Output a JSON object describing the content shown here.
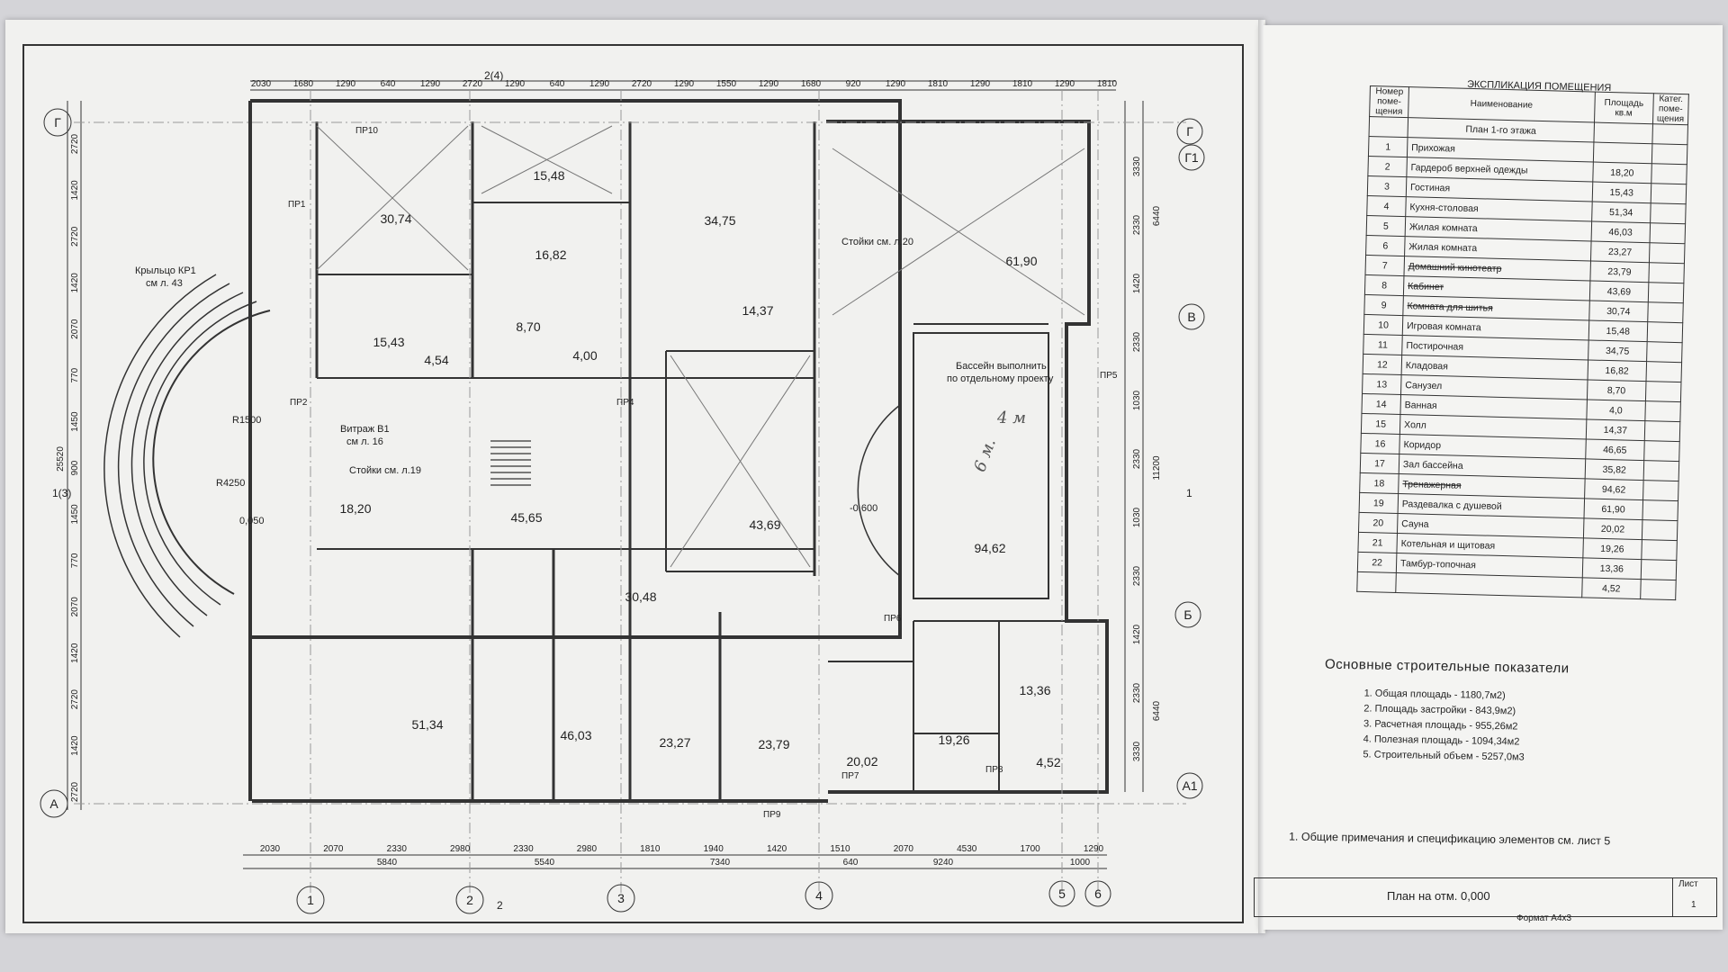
{
  "drawing": {
    "axes_letters": [
      "Г",
      "Г1",
      "В",
      "Б",
      "А1",
      "А"
    ],
    "axes_numbers": [
      "1",
      "2",
      "3",
      "4",
      "5",
      "6"
    ],
    "section_marks": [
      "2(4)",
      "1(3)",
      "1",
      "2"
    ],
    "top_dims": [
      "2030",
      "1680",
      "1290",
      "640",
      "1290",
      "2720",
      "1290",
      "640",
      "1290",
      "2720",
      "1290",
      "1550",
      "1290",
      "1680",
      "920",
      "1290",
      "1810",
      "1290",
      "1810",
      "1290",
      "1810"
    ],
    "bottom_dims": [
      "2030",
      "2070",
      "2330",
      "2980",
      "2330",
      "2980",
      "1810",
      "1940",
      "1420",
      "1510",
      "2070",
      "4530",
      "1700",
      "1290"
    ],
    "bottom_dims2": [
      "5840",
      "5540",
      "7340",
      "640",
      "9240",
      "1000"
    ],
    "left_dims": [
      "2720",
      "1420",
      "2720",
      "1420",
      "2070",
      "770",
      "1450",
      "900",
      "1450",
      "770",
      "2070",
      "1420",
      "2720",
      "1420",
      "2720"
    ],
    "left_total": "25520",
    "right_dims": [
      "3330",
      "2330",
      "1420",
      "2330",
      "1030",
      "2330",
      "1030",
      "2330",
      "1420",
      "2330",
      "3330"
    ],
    "right_totals": [
      "6440",
      "11200",
      "6440"
    ],
    "window_marks": [
      "ПР10",
      "ПР1",
      "ПР2",
      "ПР4",
      "ПР5",
      "ПР6",
      "ПР7",
      "ПР8",
      "ПР9"
    ],
    "room_areas": [
      "30,74",
      "15,48",
      "34,75",
      "61,90",
      "16,82",
      "15,43",
      "4,54",
      "8,70",
      "14,37",
      "4,00",
      "18,20",
      "45,65",
      "43,69",
      "94,62",
      "30,48",
      "51,34",
      "46,03",
      "23,27",
      "23,79",
      "20,02",
      "19,26",
      "13,36",
      "4,52"
    ],
    "annotations": {
      "porch": "Крыльцо КР1",
      "porch_ref": "см л. 43",
      "vitrage": "Витраж В1",
      "vitrage_ref": "см л. 16",
      "posts1": "Стойки см. л.19",
      "posts2": "Стойки см. л.20",
      "pool": "Бассейн выполнить",
      "pool2": "по отдельному проекту",
      "level1": "0,050",
      "level2": "-0,600",
      "radius1": "R1500",
      "radius2": "R4250",
      "handwritten1": "4 м",
      "handwritten2": "6 м."
    }
  },
  "explication": {
    "title": "ЭКСПЛИКАЦИЯ ПОМЕЩЕНИЯ",
    "headers": {
      "num": "Номер поме- щения",
      "name": "Наименование",
      "area": "Площадь кв.м",
      "cat": "Катег. поме- щения"
    },
    "subheader": "План 1-го этажа",
    "rows": [
      {
        "num": "1",
        "name": "Прихожая",
        "area": ""
      },
      {
        "num": "2",
        "name": "Гардероб верхней одежды",
        "area": "18,20"
      },
      {
        "num": "3",
        "name": "Гостиная",
        "area": "15,43"
      },
      {
        "num": "4",
        "name": "Кухня-столовая",
        "area": "51,34"
      },
      {
        "num": "5",
        "name": "Жилая комната",
        "area": "46,03"
      },
      {
        "num": "6",
        "name": "Жилая комната",
        "area": "23,27"
      },
      {
        "num": "7",
        "name": "Домашний кинотеатр",
        "area": "23,79"
      },
      {
        "num": "8",
        "name": "Кабинет",
        "area": "43,69"
      },
      {
        "num": "9",
        "name": "Комната для шитья",
        "area": "30,74"
      },
      {
        "num": "10",
        "name": "Игровая комната",
        "area": "15,48"
      },
      {
        "num": "11",
        "name": "Постирочная",
        "area": "34,75"
      },
      {
        "num": "12",
        "name": "Кладовая",
        "area": "16,82"
      },
      {
        "num": "13",
        "name": "Санузел",
        "area": "8,70"
      },
      {
        "num": "14",
        "name": "Ванная",
        "area": "4,0"
      },
      {
        "num": "15",
        "name": "Холл",
        "area": "14,37"
      },
      {
        "num": "16",
        "name": "Коридор",
        "area": "46,65"
      },
      {
        "num": "17",
        "name": "Зал бассейна",
        "area": "35,82"
      },
      {
        "num": "18",
        "name": "Тренажерная",
        "area": "94,62"
      },
      {
        "num": "19",
        "name": "Раздевалка с душевой",
        "area": "61,90"
      },
      {
        "num": "20",
        "name": "Сауна",
        "area": "20,02"
      },
      {
        "num": "21",
        "name": "Котельная и щитовая",
        "area": "19,26"
      },
      {
        "num": "22",
        "name": "Тамбур-топочная",
        "area": "13,36"
      },
      {
        "num": "",
        "name": "",
        "area": "4,52"
      }
    ]
  },
  "indicators": {
    "title": "Основные строительные показатели",
    "items": [
      "1. Общая площадь - 1180,7м2)",
      "2. Площадь застройки - 843,9м2)",
      "3. Расчетная площадь - 955,26м2",
      "4. Полезная площадь - 1094,34м2",
      "5. Строительный объем - 5257,0м3"
    ]
  },
  "note": "1. Общие примечания и спецификацию элементов см. лист 5",
  "title_block": {
    "title": "План на отм. 0,000",
    "sheet_label": "Лист",
    "sheet_num": "1"
  },
  "format": "Формат А4х3"
}
